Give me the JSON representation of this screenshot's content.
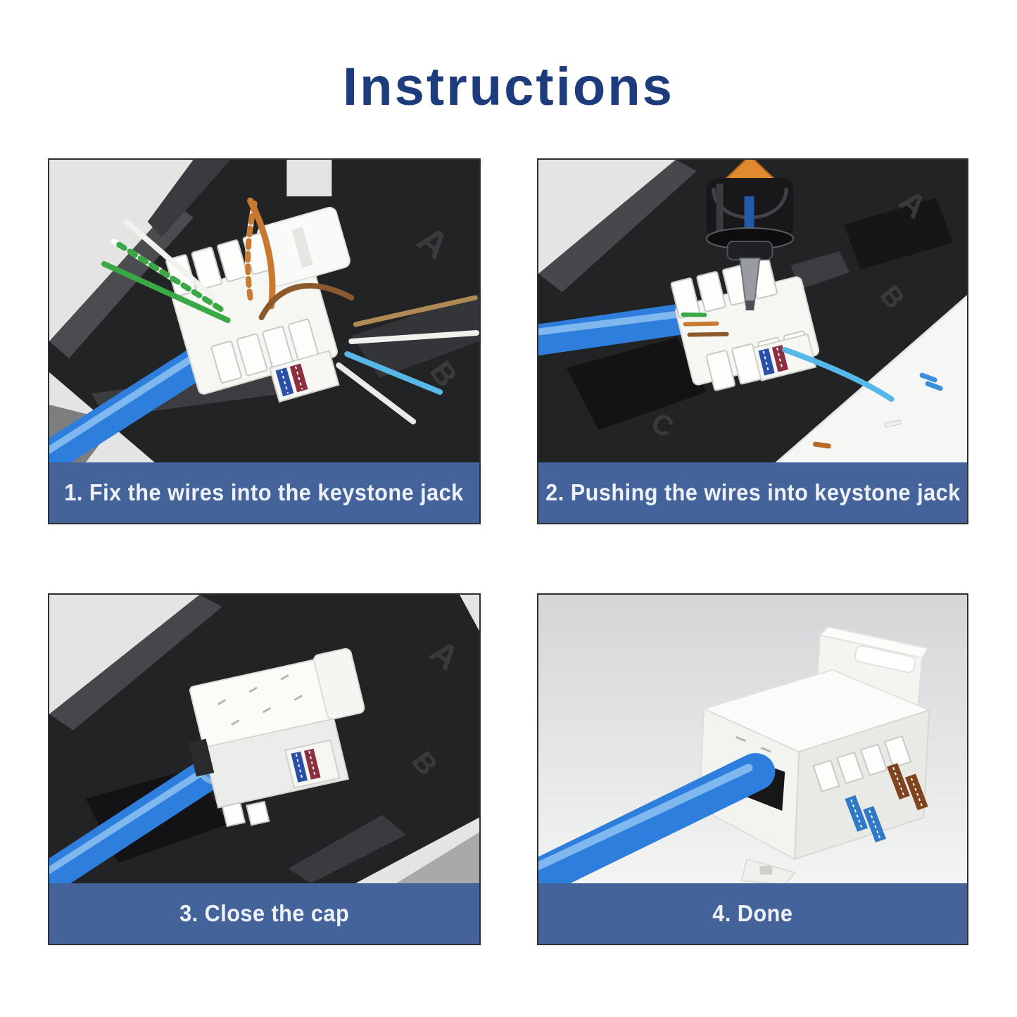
{
  "title": "Instructions",
  "colors": {
    "page_bg": "#ffffff",
    "title_text": "#1d3c7e",
    "caption_bar": "#44639b",
    "caption_text": "#eef2f8",
    "panel_border": "#2e2f31",
    "photo_bg": "#e4e5e3",
    "jig_black": "#222325",
    "jack_white": "#f6f6f3",
    "cable_blue": "#2e7fdd",
    "wire_green": "#3aa845",
    "wire_orange": "#c87a30",
    "wire_light_blue": "#57b7e8",
    "tool_tip_orange": "#e0892e",
    "label_blue": "#2a4fa8",
    "label_maroon": "#8c3040",
    "label_brown": "#7f431d"
  },
  "steps": [
    {
      "number": "1",
      "caption": "1. Fix the wires into the keystone jack",
      "photo": "wires-fixed-into-keystone-jack-photo",
      "markings": [
        "A",
        "B"
      ]
    },
    {
      "number": "2",
      "caption": "2. Pushing the wires into keystone jack",
      "photo": "punch-down-tool-pushing-wires-photo",
      "markings": [
        "A",
        "B",
        "C"
      ]
    },
    {
      "number": "3",
      "caption": "3. Close the cap",
      "photo": "keystone-jack-cap-closed-photo",
      "markings": [
        "A",
        "B"
      ]
    },
    {
      "number": "4",
      "caption": "4. Done",
      "photo": "finished-keystone-jack-with-cable-photo",
      "markings": []
    }
  ]
}
